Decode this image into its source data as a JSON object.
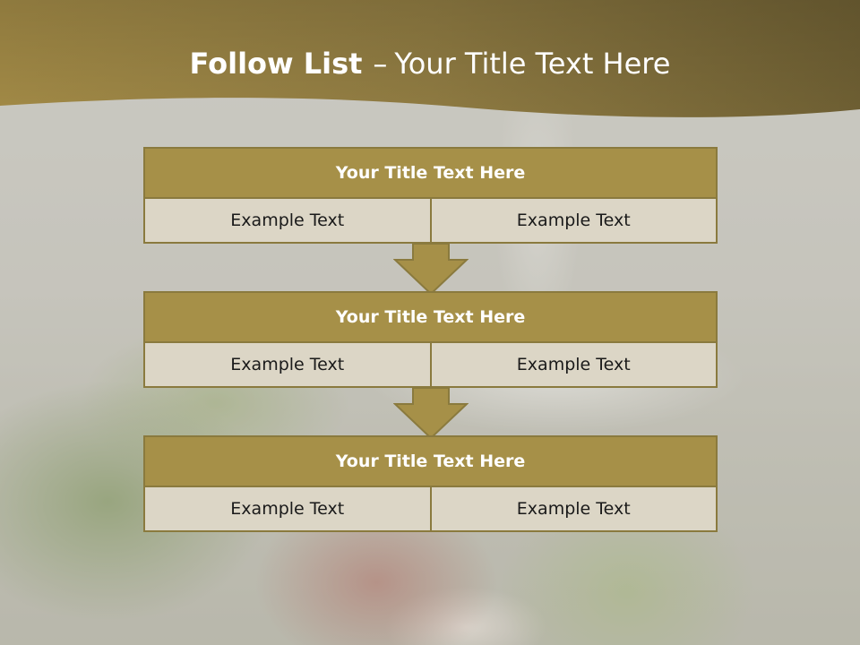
{
  "slide": {
    "title_bold": "Follow List",
    "title_dash": "–",
    "title_rest": "Your Title Text Here"
  },
  "blocks": [
    {
      "title": "Your Title Text Here",
      "cells": [
        "Example Text",
        "Example Text"
      ]
    },
    {
      "title": "Your Title Text Here",
      "cells": [
        "Example Text",
        "Example Text"
      ]
    },
    {
      "title": "Your Title Text Here",
      "cells": [
        "Example Text",
        "Example Text"
      ]
    }
  ],
  "colors": {
    "header_band": "#9a8442",
    "block_title": "#a69048",
    "cell_fill": "#dcd6c6",
    "border": "#8a7a3e"
  }
}
